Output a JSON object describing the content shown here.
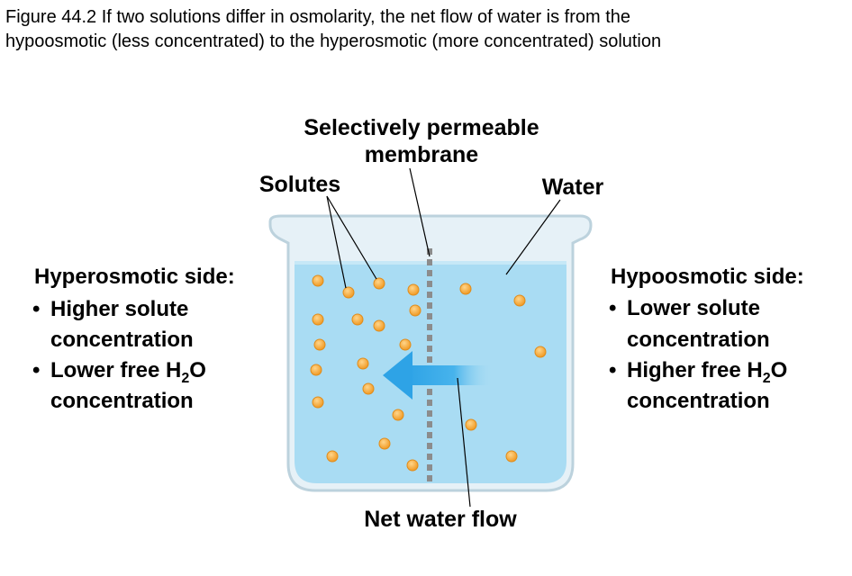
{
  "caption": {
    "line1": "Figure 44.2 If two solutions differ in osmolarity, the net flow of water is from the",
    "line2": "hypoosmotic (less concentrated) to the hyperosmotic (more concentrated) solution"
  },
  "labels": {
    "membrane_line1": "Selectively permeable",
    "membrane_line2": "membrane",
    "solutes": "Solutes",
    "water": "Water",
    "net_water_flow": "Net water flow"
  },
  "left_side": {
    "title": "Hyperosmotic side:",
    "bullet1_line1": "Higher solute",
    "bullet1_line2": "concentration",
    "bullet2_line1_prefix": "Lower free H",
    "bullet2_sub": "2",
    "bullet2_line1_suffix": "O",
    "bullet2_line2": "concentration"
  },
  "right_side": {
    "title": "Hypoosmotic side:",
    "bullet1_line1": "Lower solute",
    "bullet1_line2": "concentration",
    "bullet2_line1_prefix": "Higher free H",
    "bullet2_sub": "2",
    "bullet2_line1_suffix": "O",
    "bullet2_line2": "concentration"
  },
  "bullet_char": "•",
  "colors": {
    "water": "#a9dcf3",
    "beaker_glass": "#e6f1f7",
    "beaker_rim": "#bdd3de",
    "solute": "#f4a93a",
    "membrane": "#8a8a8a",
    "arrow": "#35a9e8"
  }
}
